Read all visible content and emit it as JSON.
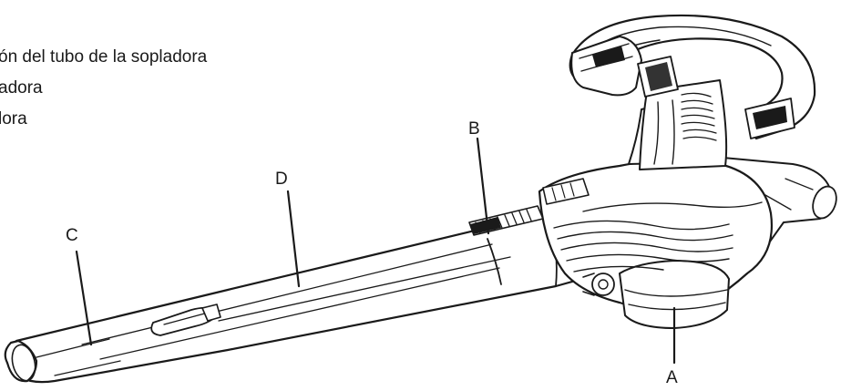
{
  "legend": {
    "line1": "ón del tubo de la sopladora",
    "line2": "adora",
    "line3": "lora"
  },
  "callouts": {
    "a": "A",
    "b": "B",
    "c": "C",
    "d": "D"
  }
}
